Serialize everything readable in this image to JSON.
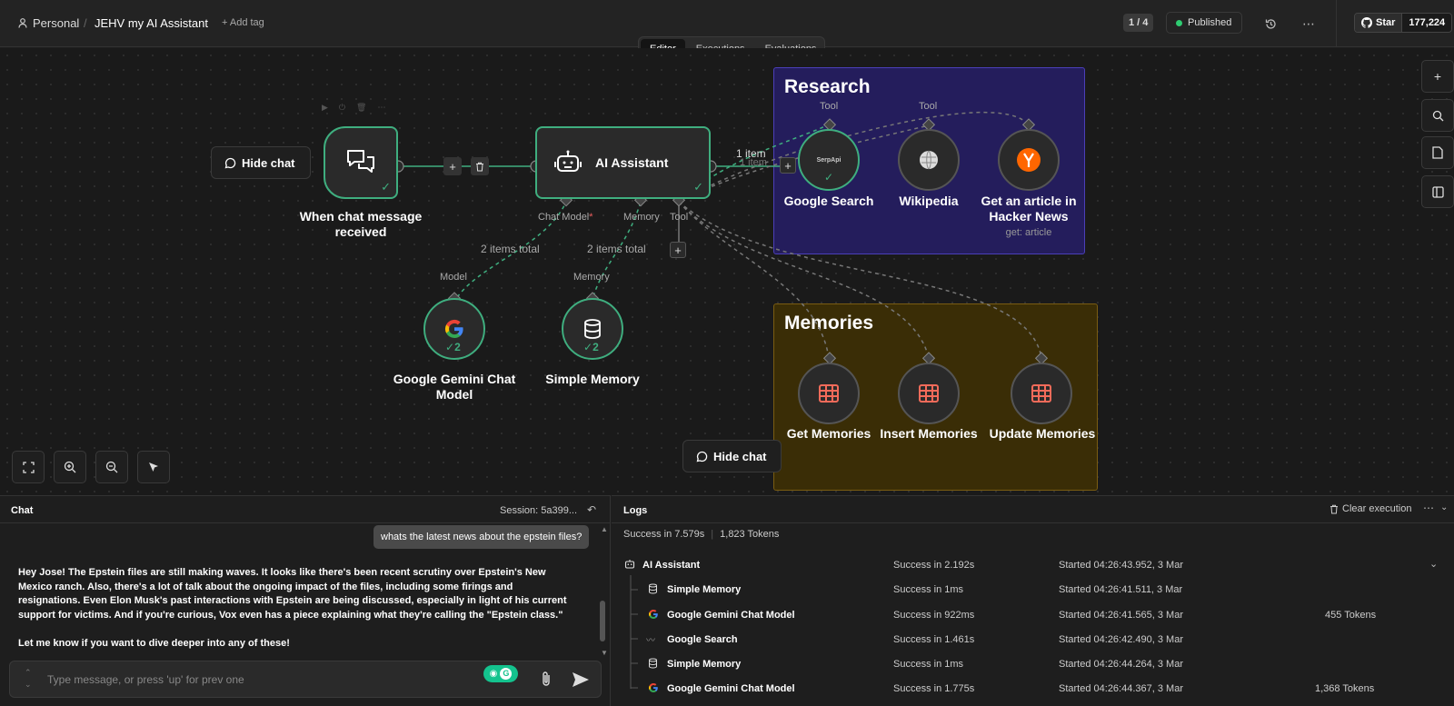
{
  "header": {
    "user": "Personal",
    "separator": "/",
    "workflow_title": "JEHV my AI Assistant",
    "add_tag": "+ Add tag",
    "version": "1 / 4",
    "published": "Published",
    "github_star": "Star",
    "github_count": "177,224"
  },
  "tabs": [
    "Editor",
    "Executions",
    "Evaluations"
  ],
  "canvas": {
    "hide_chat": "Hide chat",
    "research_title": "Research",
    "memories_title": "Memories",
    "trigger_label": "When chat message received",
    "agent_label": "AI Assistant",
    "chat_model_label": "Google Gemini Chat Model",
    "memory_label": "Simple Memory",
    "google_search_label": "Google Search",
    "wikipedia_label": "Wikipedia",
    "hn_label": "Get an article in Hacker News",
    "hn_sub": "get: article",
    "get_mem_label": "Get Memories",
    "insert_mem_label": "Insert Memories",
    "update_mem_label": "Update Memories",
    "port_chat_model": "Chat Model",
    "port_memory": "Memory",
    "port_tool": "Tool",
    "edge_items_1": "1 item",
    "edge_items_1b": "1 item",
    "edge_model_total": "2 items total",
    "edge_memory_total": "2 items total",
    "model_in": "Model",
    "memory_in": "Memory",
    "tool_in_1": "Tool",
    "tool_in_2": "Tool",
    "serpapi": "SerpApi",
    "count_2a": "2",
    "count_2b": "2",
    "required_star": "*"
  },
  "chat": {
    "title": "Chat",
    "session": "Session: 5a399...",
    "user_message": "whats the latest news about the epstein files?",
    "bot_message_1": "Hey Jose! The Epstein files are still making waves. It looks like there's been recent scrutiny over Epstein's New Mexico ranch. Also, there's a lot of talk about the ongoing impact of the files, including some firings and resignations. Even Elon Musk's past interactions with Epstein are being discussed, especially in light of his current support for victims. And if you're curious, Vox even has a piece explaining what they're calling the \"Epstein class.\"",
    "bot_message_2": "Let me know if you want to dive deeper into any of these!",
    "input_placeholder": "Type message, or press 'up' for prev one"
  },
  "logs": {
    "title": "Logs",
    "clear": "Clear execution",
    "summary_status": "Success in 7.579s",
    "summary_tokens": "1,823 Tokens",
    "rows": [
      {
        "name": "AI Assistant",
        "status": "Success in 2.192s",
        "started": "Started 04:26:43.952, 3 Mar",
        "tokens": "",
        "icon": "robot-icon"
      },
      {
        "name": "Simple Memory",
        "status": "Success in 1ms",
        "started": "Started 04:26:41.511, 3 Mar",
        "tokens": "",
        "icon": "database-icon"
      },
      {
        "name": "Google Gemini Chat Model",
        "status": "Success in 922ms",
        "started": "Started 04:26:41.565, 3 Mar",
        "tokens": "455 Tokens",
        "icon": "google-icon"
      },
      {
        "name": "Google Search",
        "status": "Success in 1.461s",
        "started": "Started 04:26:42.490, 3 Mar",
        "tokens": "",
        "icon": "serpapi-icon"
      },
      {
        "name": "Simple Memory",
        "status": "Success in 1ms",
        "started": "Started 04:26:44.264, 3 Mar",
        "tokens": "",
        "icon": "database-icon"
      },
      {
        "name": "Google Gemini Chat Model",
        "status": "Success in 1.775s",
        "started": "Started 04:26:44.367, 3 Mar",
        "tokens": "1,368 Tokens",
        "icon": "google-icon"
      }
    ]
  },
  "colors": {
    "accent_green": "#3fae7f",
    "research_bg": "#241d5c",
    "research_border": "#4b3fb8",
    "memories_bg": "#3a2d06",
    "memories_border": "#7a5c12",
    "hn_orange": "#ff6600",
    "table_icon": "#f36b5a"
  }
}
